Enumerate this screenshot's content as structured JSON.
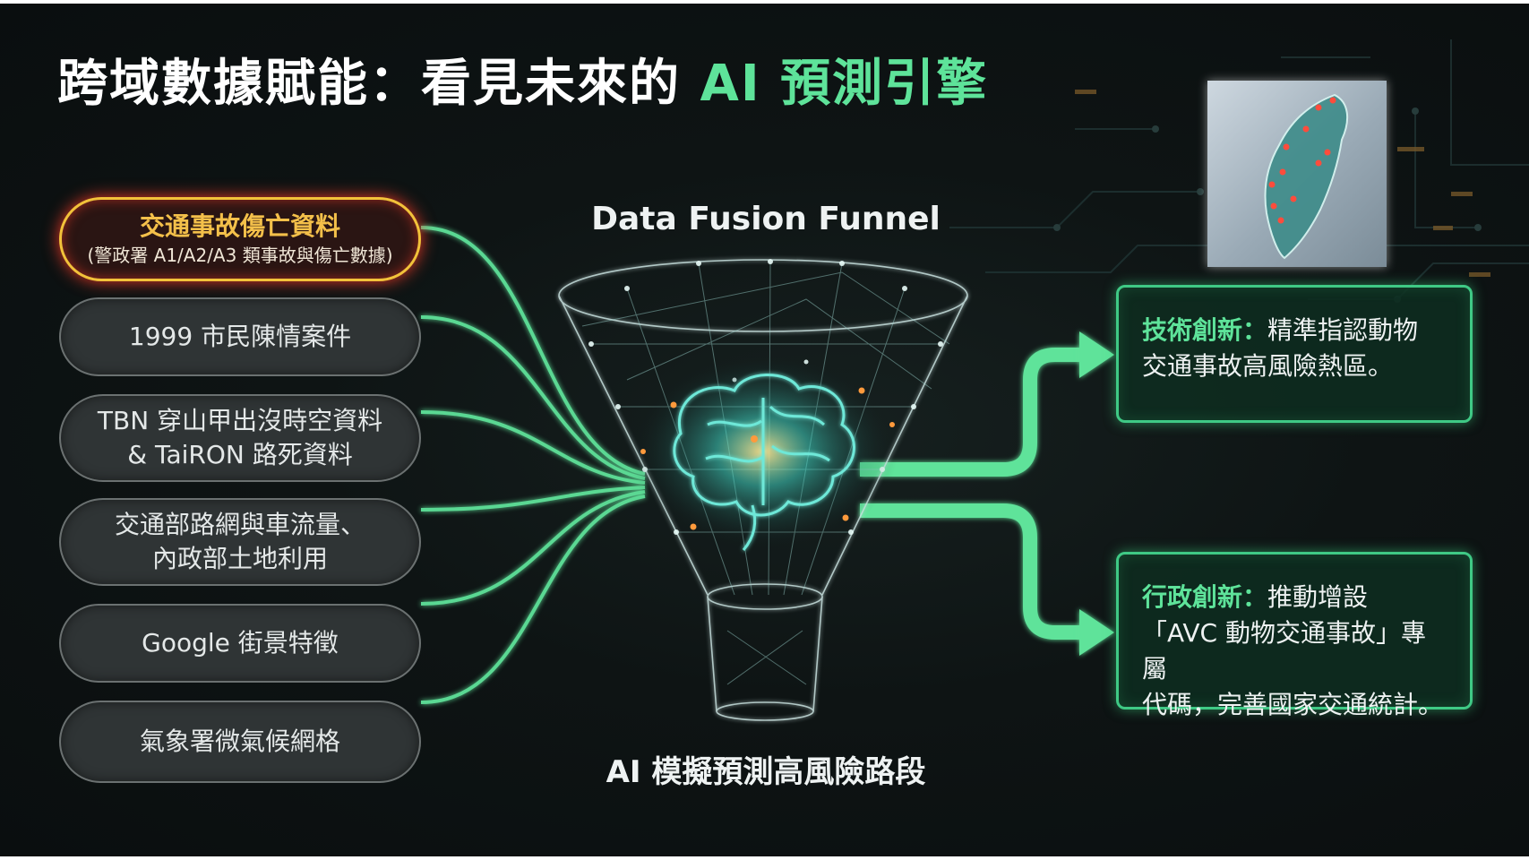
{
  "title": {
    "main": "跨域數據賦能：看見未來的 ",
    "accent": "AI 預測引擎"
  },
  "sources": [
    {
      "main": "交通事故傷亡資料",
      "sub": "(警政署 A1/A2/A3 類事故與傷亡數據)",
      "highlight": true
    },
    {
      "lines": [
        "1999 市民陳情案件"
      ]
    },
    {
      "lines": [
        "TBN 穿山甲出沒時空資料",
        "& TaiRON 路死資料"
      ]
    },
    {
      "lines": [
        "交通部路網與車流量、",
        "內政部土地利用"
      ]
    },
    {
      "lines": [
        "Google 街景特徵"
      ]
    },
    {
      "lines": [
        "氣象署微氣候網格"
      ]
    }
  ],
  "funnel": {
    "title": "Data Fusion Funnel",
    "caption": "AI 模擬預測高風險路段"
  },
  "outputs": [
    {
      "label": "技術創新：",
      "lines": [
        "精準指認動物",
        "交通事故高風險熱區。"
      ]
    },
    {
      "label": "行政創新：",
      "lines": [
        "推動增設",
        "「AVC 動物交通事故」專屬",
        "代碼，完善國家交通統計。"
      ]
    }
  ],
  "icons": {
    "map": "taiwan-map-icon",
    "brain": "brain-icon",
    "arrows": "arrow-right-icon"
  },
  "colors": {
    "background": "#0e1414",
    "accent": "#5ee39a",
    "highlight_border": "#f2c23a",
    "highlight_glow": "#ff3c28",
    "connector": "#5ee39a",
    "brain": "#6ee8d8",
    "node_orange": "#ff9a3c"
  }
}
